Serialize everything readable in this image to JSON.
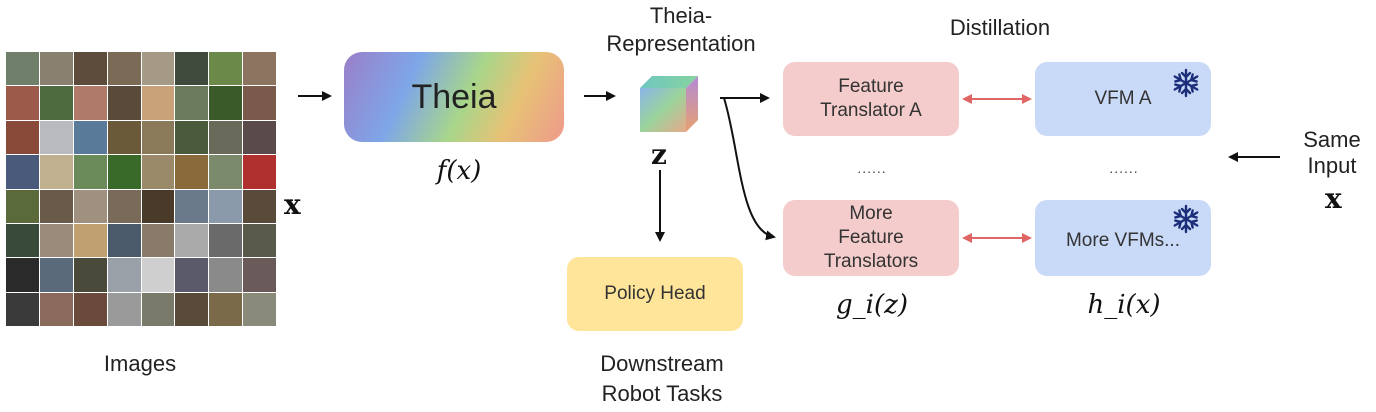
{
  "images": {
    "label": "Images",
    "var": "x"
  },
  "theia": {
    "label": "Theia",
    "func": "f(x)"
  },
  "representation": {
    "label_line1": "Theia-",
    "label_line2": "Representation",
    "var": "z",
    "cube_icon": "cube-icon"
  },
  "distillation": {
    "label": "Distillation"
  },
  "translators": {
    "a_line1": "Feature",
    "a_line2": "Translator A",
    "more_line1": "More",
    "more_line2": "Feature",
    "more_line3": "Translators",
    "func": "g_i(z)"
  },
  "vfms": {
    "a": "VFM A",
    "more": "More VFMs...",
    "func": "h_i(x)",
    "snowflake_icon": "snowflake-icon"
  },
  "dots": "......",
  "input": {
    "line1": "Same",
    "line2": "Input",
    "var": "x"
  },
  "policy": {
    "label": "Policy Head"
  },
  "downstream": {
    "line1": "Downstream",
    "line2": "Robot Tasks"
  },
  "colors": {
    "translator_fill": "#f4cccc",
    "vfm_fill": "#c9daf8",
    "policy_fill": "#ffe599",
    "distill_arrow": "#e06666",
    "snowflake": "#1c2e7a"
  },
  "image_tiles": [
    "#6f7f6a",
    "#8a8070",
    "#5d4c3b",
    "#7b6a55",
    "#a49a86",
    "#3f4a3c",
    "#6b8a4a",
    "#8c7460",
    "#9c5a4a",
    "#4d6b3f",
    "#b07a6a",
    "#5a4a3a",
    "#c9a27a",
    "#6a7a5a",
    "#3a5a2a",
    "#7a5a4a",
    "#8a4a3a",
    "#b9b9c0",
    "#5a7a9a",
    "#6a5a3a",
    "#8a7a5a",
    "#4a5a3a",
    "#6a6a5a",
    "#5a4a4a",
    "#4a5a7a",
    "#c0b090",
    "#6a8a5a",
    "#3a6a2a",
    "#9a8a6a",
    "#8a6a3a",
    "#7a8a6a",
    "#b03030",
    "#5a6a3a",
    "#6a5a4a",
    "#a09080",
    "#7a6a5a",
    "#4a3a2a",
    "#6a7a8a",
    "#8a9aaa",
    "#5a4a3a",
    "#3a4a3a",
    "#9a8a7a",
    "#c0a070",
    "#4a5a6a",
    "#8a7a6a",
    "#aaaaaa",
    "#6a6a6a",
    "#5a5a4a",
    "#2a2a2a",
    "#5a6a7a",
    "#4a4a3a",
    "#9aa0a8",
    "#cfcfd0",
    "#5a5a6a",
    "#8a8a8a",
    "#6a5a5a",
    "#3a3a3a",
    "#8a6a5a",
    "#6a4a3a",
    "#9a9a9a",
    "#7a7a6a",
    "#5a4a3a",
    "#7a6a4a",
    "#8a8a7a"
  ]
}
